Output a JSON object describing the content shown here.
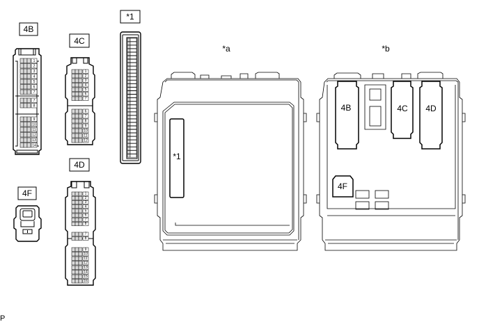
{
  "labels": {
    "c4B": "4B",
    "c4C": "4C",
    "c4D": "4D",
    "c4F": "4F",
    "c1": "*1"
  },
  "views": {
    "a": "*a",
    "b": "*b"
  },
  "callouts": {
    "a_1": "*1",
    "b_4B": "4B",
    "b_4C": "4C",
    "b_4D": "4D",
    "b_4F": "4F"
  },
  "footer": {
    "code": "P"
  },
  "colors": {
    "line": "#000000",
    "pin_fill": "#d9d9d9",
    "background": "#ffffff"
  }
}
